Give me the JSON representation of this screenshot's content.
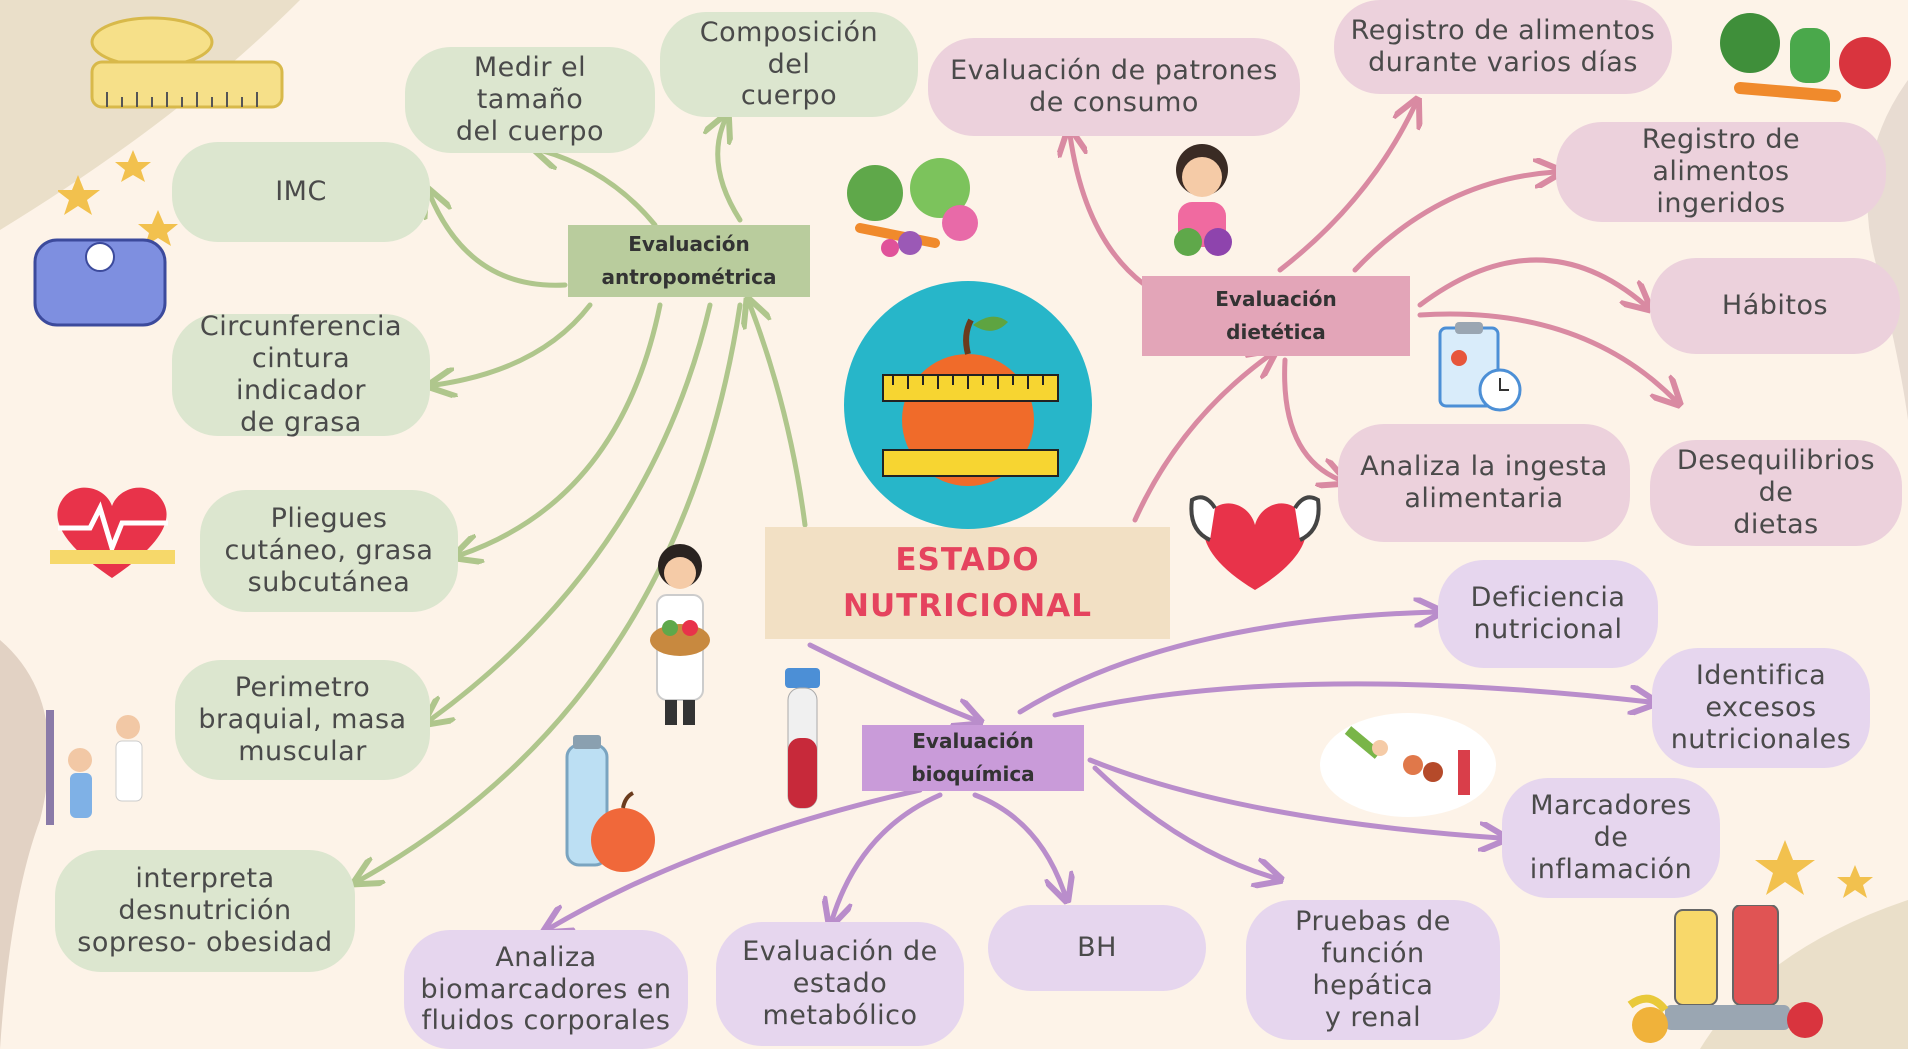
{
  "center": {
    "line1": "ESTADO",
    "line2": "NUTRICIONAL"
  },
  "hubs": {
    "antropometrica": {
      "line1": "Evaluación",
      "line2": "antropométrica"
    },
    "dietetica": {
      "line1": "Evaluación",
      "line2": "dietética"
    },
    "bioquimica": {
      "line1": "Evaluación",
      "line2": "bioquímica"
    }
  },
  "antropometrica_nodes": {
    "medir": [
      "Medir el tamaño",
      "del cuerpo"
    ],
    "composicion": [
      "Composición del",
      "cuerpo"
    ],
    "imc": [
      "IMC"
    ],
    "circunferencia": [
      "Circunferencia",
      "cintura indicador",
      "de grasa"
    ],
    "pliegues": [
      "Pliegues",
      "cutáneo, grasa",
      "subcutánea"
    ],
    "perimetro": [
      "Perimetro",
      "braquial, masa",
      "muscular"
    ],
    "interpreta": [
      "interpreta",
      "desnutrición",
      "sopreso- obesidad"
    ]
  },
  "dietetica_nodes": {
    "patrones": [
      "Evaluación de patrones",
      "de consumo"
    ],
    "varios_dias": [
      "Registro de alimentos",
      "durante varios días"
    ],
    "ingeridos": [
      "Registro de alimentos",
      "ingeridos"
    ],
    "habitos": [
      "Hábitos"
    ],
    "ingesta": [
      "Analiza la ingesta",
      "alimentaria"
    ],
    "desequilibrios": [
      "Desequilibrios de",
      "dietas"
    ]
  },
  "bioquimica_nodes": {
    "deficiencia": [
      "Deficiencia",
      "nutricional"
    ],
    "excesos": [
      "Identifica",
      "excesos",
      "nutricionales"
    ],
    "marcadores": [
      "Marcadores",
      "de",
      "inflamación"
    ],
    "biomarcadores": [
      "Analiza",
      "biomarcadores en",
      "fluidos corporales"
    ],
    "metabolico": [
      "Evaluación de",
      "estado",
      "metabólico"
    ],
    "bh": [
      "BH"
    ],
    "pruebas": [
      "Pruebas de",
      "función hepática",
      "y renal"
    ]
  },
  "colors": {
    "green_arrow": "#afc68c",
    "pink_arrow": "#d98aa2",
    "purple_arrow": "#b98dcb",
    "center_text": "#e5435e"
  },
  "icons": [
    "measuring-tape-icon",
    "scale-icon",
    "heart-pulse-icon",
    "vegetables-bowl-icon",
    "apple-tape-icon",
    "woman-with-vegetables-icon",
    "clipboard-clock-icon",
    "strong-heart-icon",
    "doctor-with-basket-icon",
    "test-tube-icon",
    "water-bottle-apple-icon",
    "height-measure-icon",
    "vegetables-icon",
    "exercise-icon",
    "star-icon",
    "smoothie-blender-icon"
  ]
}
